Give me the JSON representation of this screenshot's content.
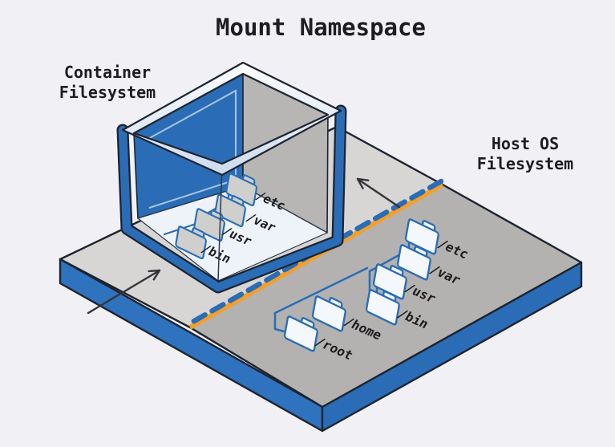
{
  "title": "Mount Namespace",
  "container_label": {
    "line1": "Container",
    "line2": "Filesystem"
  },
  "host_label": {
    "line1": "Host OS",
    "line2": "Filesystem"
  },
  "container_tree": {
    "folders": [
      {
        "label": "/etc"
      },
      {
        "label": "/var"
      },
      {
        "label": "/usr"
      },
      {
        "label": "/bin"
      }
    ]
  },
  "host_tree": {
    "folders": [
      {
        "label": "/etc"
      },
      {
        "label": "/var"
      },
      {
        "label": "/usr"
      },
      {
        "label": "/bin"
      },
      {
        "label": "/home"
      },
      {
        "label": "/root"
      }
    ]
  },
  "icons": {
    "folder": "folder-icon",
    "arrow": "arrow-icon",
    "boundary": "mount-boundary-dashed-line"
  },
  "colors": {
    "accent_blue": "#2a6db6",
    "boundary_orange": "#f59f28",
    "platform_container_side": "#d7d6d4",
    "platform_host_side": "#b3b2b0",
    "cube_inner_gray_wall": "#b7b6b4",
    "cube_floor": "#eef3f9",
    "folder_container_fill": "#cfcfcd",
    "folder_host_fill": "#f4f8fd",
    "outline_dark": "#1d2430",
    "background": "#f1f1f5",
    "text": "#1d1d21"
  }
}
